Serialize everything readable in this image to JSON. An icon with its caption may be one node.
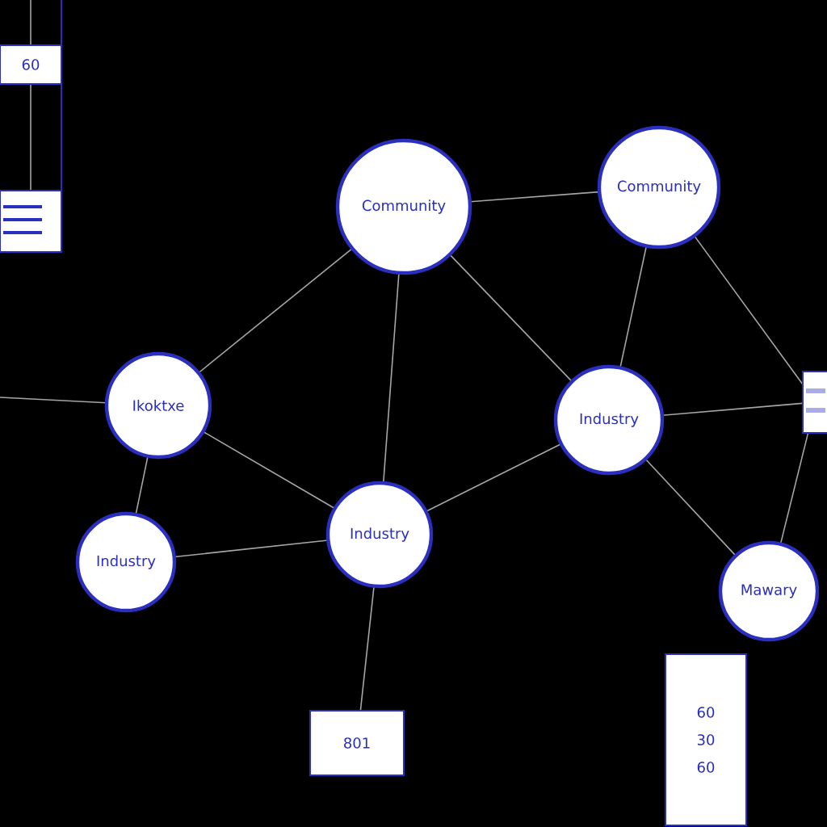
{
  "diagram": {
    "nodes": [
      {
        "text": [
          "60"
        ]
      },
      {
        "text": [
          "Community"
        ]
      },
      {
        "text": [
          "Community"
        ]
      },
      {
        "text": [],
        "shape": "box"
      },
      {
        "text": [
          "Ikoktxe"
        ]
      },
      {
        "text": [],
        "shape": "box"
      },
      {
        "text": [
          "Industry"
        ]
      },
      {
        "text": [
          "Industry"
        ]
      },
      {
        "text": [
          "Industry"
        ]
      },
      {
        "text": [
          "Mawary"
        ]
      },
      {
        "text": [
          "60",
          "30",
          "60"
        ]
      },
      {
        "text": [
          "801"
        ]
      }
    ],
    "edges": [
      {
        "from": null,
        "to": 4,
        "arrow": "none"
      },
      {
        "from": 4,
        "to": 1,
        "arrow": "none"
      },
      {
        "from": 4,
        "to": 7,
        "arrow": "none"
      },
      {
        "from": 4,
        "to": 8,
        "arrow": "none"
      },
      {
        "from": 8,
        "to": 7,
        "arrow": "none"
      },
      {
        "from": 1,
        "to": 7,
        "arrow": "none"
      },
      {
        "from": 1,
        "to": 2,
        "arrow": "none"
      },
      {
        "from": 1,
        "to": 6,
        "arrow": "none"
      },
      {
        "from": 2,
        "to": 6,
        "arrow": "none"
      },
      {
        "from": 2,
        "to": 5,
        "arrow": "none"
      },
      {
        "from": 6,
        "to": 7,
        "arrow": "none"
      },
      {
        "from": 6,
        "to": 5,
        "arrow": "none"
      },
      {
        "from": 6,
        "to": 9,
        "arrow": "none"
      },
      {
        "from": 5,
        "to": 9,
        "arrow": "none"
      },
      {
        "from": 7,
        "to": 11,
        "arrow": "none"
      },
      {
        "from": null,
        "to": 0,
        "arrow": "none"
      },
      {
        "from": 0,
        "to": 3,
        "arrow": "none"
      }
    ]
  }
}
